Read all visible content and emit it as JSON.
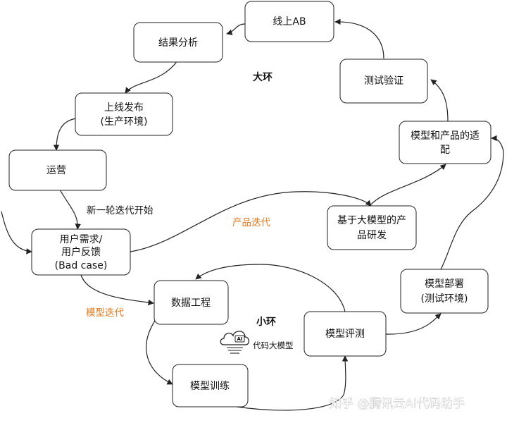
{
  "diagram": {
    "big_loop_title": "大环",
    "small_loop_title": "小环",
    "nodes": {
      "online_ab": "线上AB",
      "result_analysis": "结果分析",
      "launch_line1": "上线发布",
      "launch_line2": "(生产环境)",
      "operation": "运营",
      "feedback_line1": "用户需求/",
      "feedback_line2": "用户反馈",
      "feedback_line3": "(Bad case)",
      "test_verify": "测试验证",
      "adapt_line1": "模型和产品的适",
      "adapt_line2": "配",
      "rnd_line1": "基于大模型的产",
      "rnd_line2": "品研发",
      "data_eng": "数据工程",
      "model_train": "模型训练",
      "model_eval": "模型评测",
      "deploy_line1": "模型部署",
      "deploy_line2": "(测试环境)"
    },
    "labels": {
      "new_round": "新一轮迭代开始",
      "product_iter": "产品迭代",
      "model_iter": "模型迭代"
    },
    "colors": {
      "accent_orange": "#e07a1f",
      "stroke": "#222222"
    }
  },
  "logo": {
    "icon": "cloud-ai-icon",
    "badge": "AI",
    "text": "代码大模型"
  },
  "watermark": {
    "text": "知乎 @腾讯云AI代码助手"
  }
}
